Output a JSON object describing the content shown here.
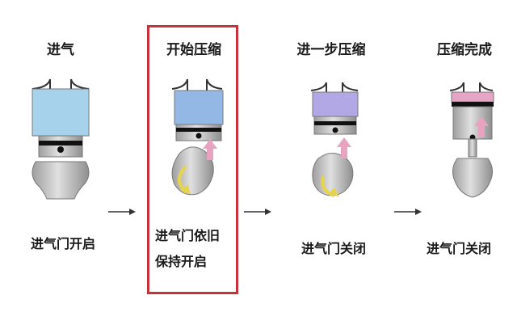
{
  "stages": [
    {
      "title": "进气",
      "caption": [
        "进气门开启"
      ],
      "chamber_color": "#a7d2ec"
    },
    {
      "title": "开始压缩",
      "caption": [
        "进气门依旧",
        "保持开启"
      ],
      "chamber_color": "#94b8e6",
      "highlighted": true
    },
    {
      "title": "进一步压缩",
      "caption": [
        "进气门关闭"
      ],
      "chamber_color": "#b3a8e6"
    },
    {
      "title": "压缩完成",
      "caption": [
        "进气门关闭"
      ],
      "chamber_color": "#e6a5c4"
    }
  ],
  "colors": {
    "highlight": "#c8303a",
    "piston_arrow": "#e8a3c0",
    "rotation_arrow": "#e6d44e",
    "metal": "#c9c9c9",
    "ring": "#111111"
  },
  "icons": [
    "piston-up-arrow-icon",
    "crank-rotation-arrow-icon",
    "flow-right-arrow-icon"
  ]
}
